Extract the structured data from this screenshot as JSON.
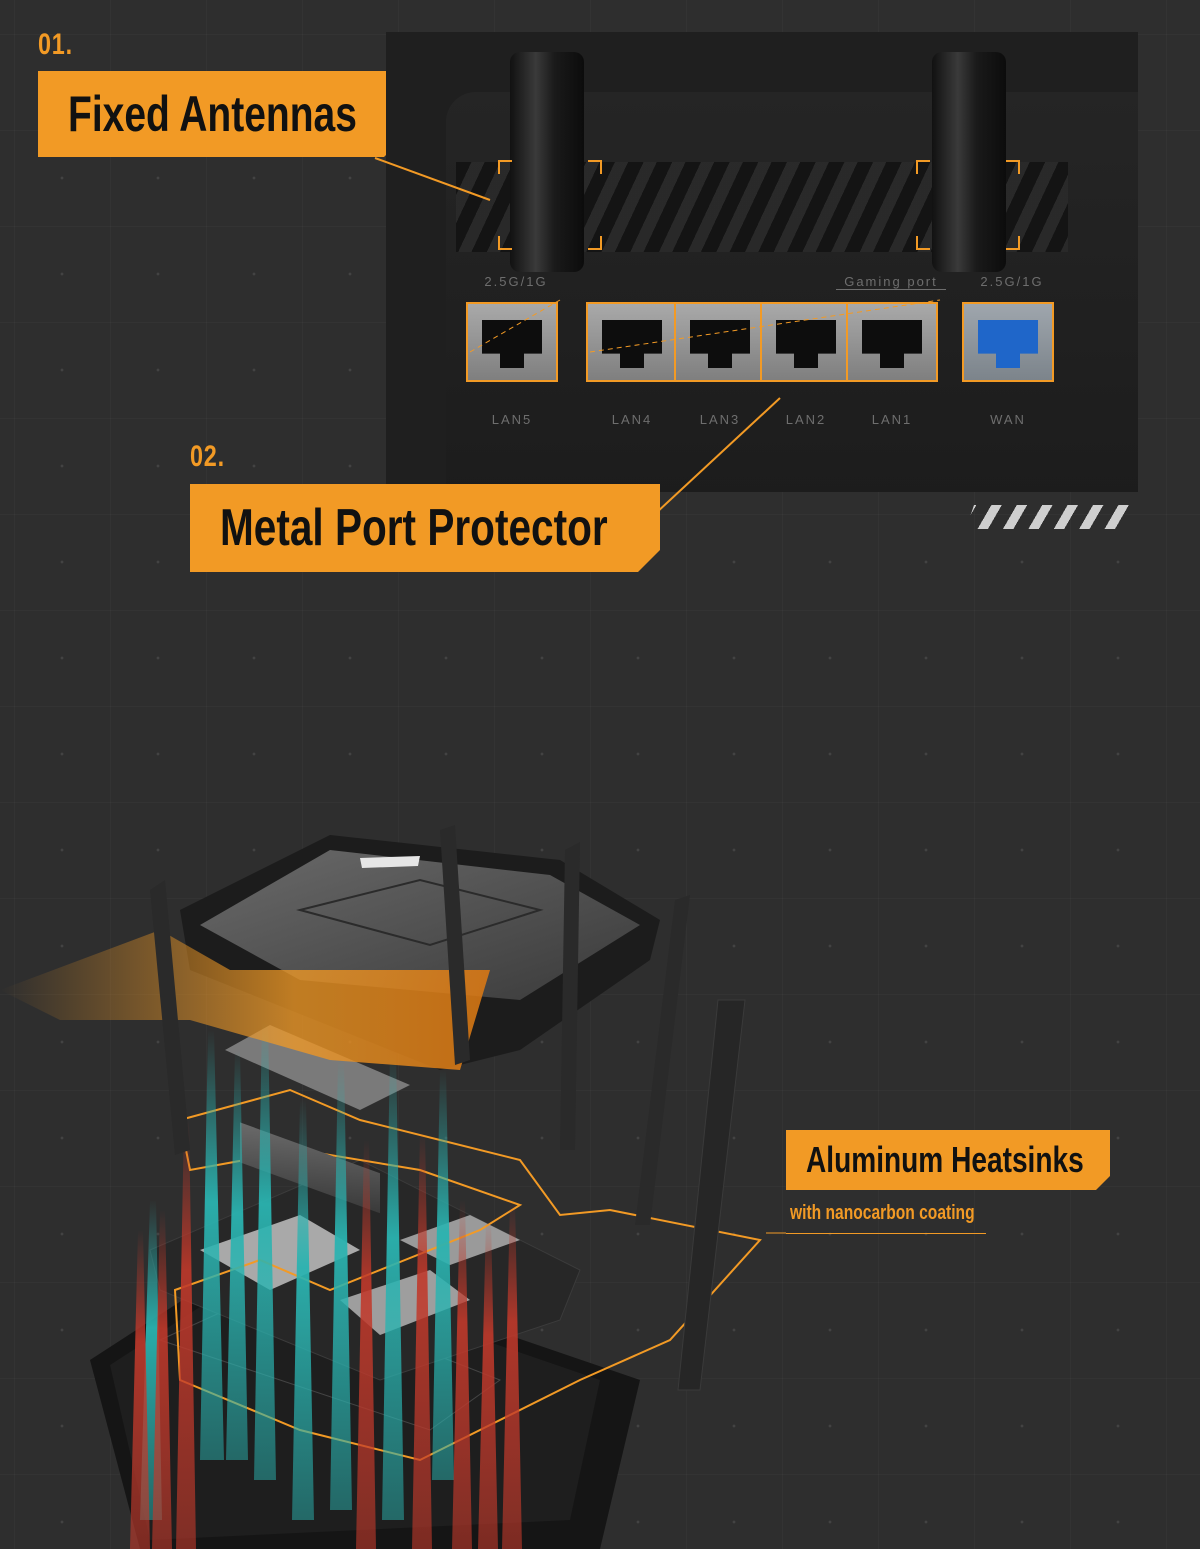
{
  "colors": {
    "accent": "#f29a25",
    "background": "#2e2e2e",
    "cool": "#2ab3b0",
    "hot": "#c0392b"
  },
  "feature1": {
    "number": "01.",
    "title": "Fixed Antennas"
  },
  "feature2": {
    "number": "02.",
    "title": "Metal Port Protector"
  },
  "feature3": {
    "title": "Aluminum Heatsinks",
    "subtitle": "with nanocarbon coating"
  },
  "ports": {
    "top_labels": [
      "2.5G/1G",
      "Gaming port",
      "2.5G/1G"
    ],
    "items": [
      {
        "label": "LAN5"
      },
      {
        "label": "LAN4"
      },
      {
        "label": "LAN3"
      },
      {
        "label": "LAN2"
      },
      {
        "label": "LAN1"
      },
      {
        "label": "WAN"
      }
    ]
  }
}
